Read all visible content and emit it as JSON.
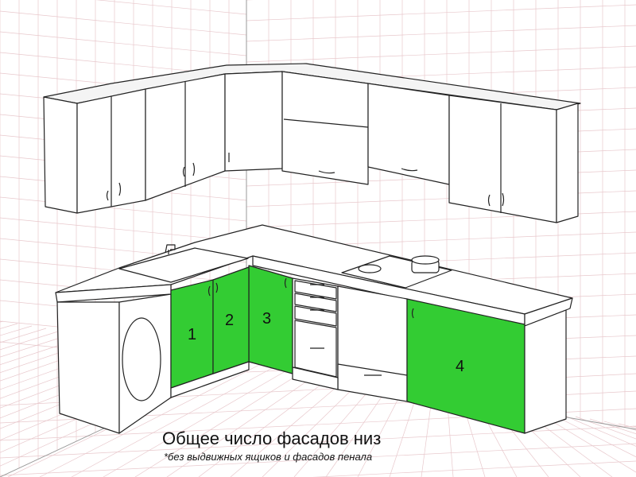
{
  "caption": {
    "title": "Общее число фасадов низ",
    "note": "*без выдвижных ящиков и фасадов пенала"
  },
  "facade_labels": [
    "1",
    "2",
    "3",
    "4"
  ],
  "colors": {
    "facade_highlight": "#33cc33",
    "cabinet": "#ffffff",
    "outline": "#222222",
    "grid": "#e8c8cc"
  }
}
